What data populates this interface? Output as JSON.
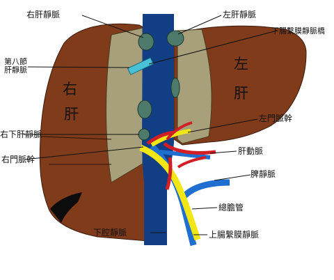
{
  "labels": {
    "right_hepatic_vein": "右肝靜脈",
    "left_hepatic_vein": "左肝靜脈",
    "inferior_mesenteric_vein": "下腸繫膜靜脈橋",
    "eighth_segment_line1": "第八節",
    "eighth_segment_line2": "肝靜脈",
    "right_lobe_1": "右",
    "right_lobe_2": "肝",
    "left_lobe_1": "左",
    "left_lobe_2": "肝",
    "right_inferior_hepatic_vein": "右下肝靜脈",
    "left_portal_vein": "左門脈幹",
    "right_portal_vein": "右門脈幹",
    "hepatic_artery": "肝動脈",
    "splenic_vein": "脾靜脈",
    "common_bile_duct": "總膽管",
    "inferior_vena_cava": "下腔靜脈",
    "superior_mesenteric_vein": "上腸繫膜靜脈"
  },
  "colors": {
    "liver_brown": "#7f3b1a",
    "inner_olive": "#a8a07a",
    "vena_cava_blue": "#123e86",
    "portal_blue": "#1e6fd0",
    "bile_yellow": "#f2e615",
    "artery_red": "#d21f26",
    "vein_stub_green": "#4d7a6a",
    "probe_cyan": "#49c2d8"
  }
}
